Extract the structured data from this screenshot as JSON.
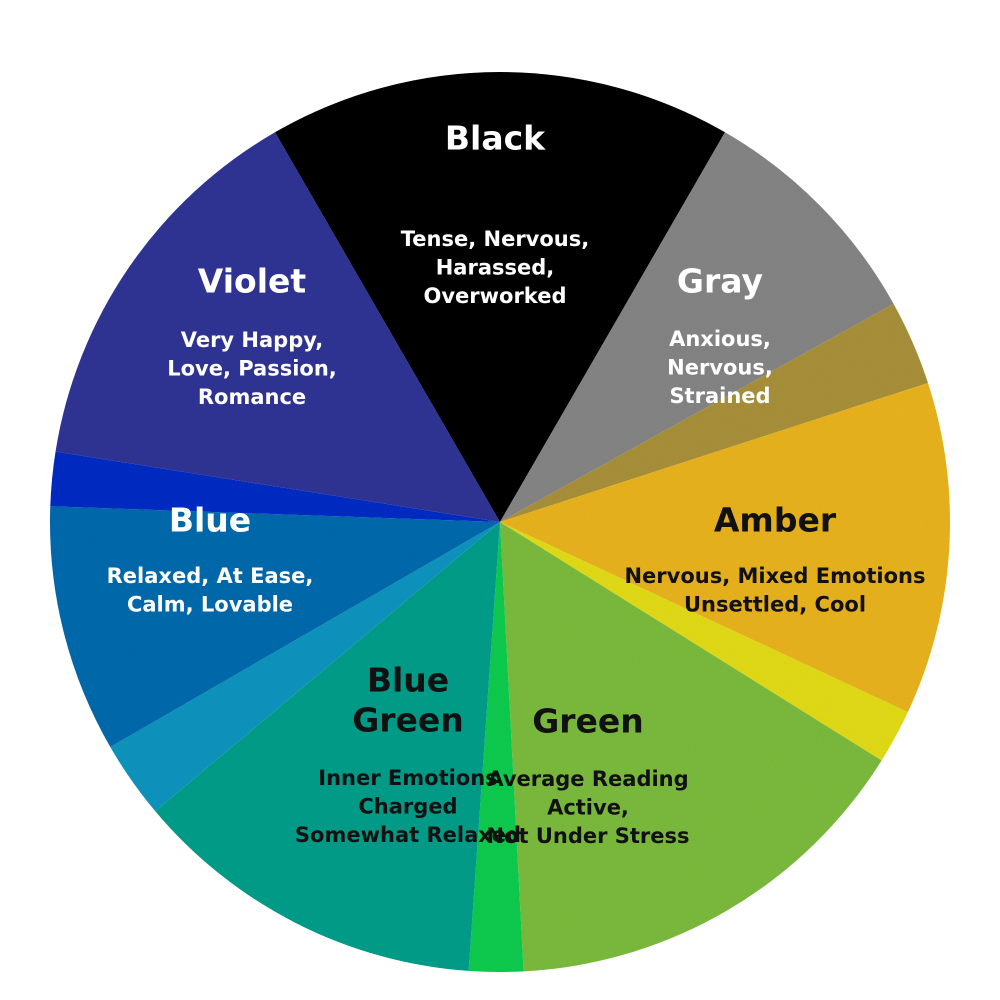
{
  "wedges": [
    {
      "id": "black",
      "title": [
        "Black"
      ],
      "desc": [
        "Tense, Nervous,",
        "Harassed,",
        "Overworked"
      ],
      "color": "#000000",
      "text_color": "#ffffff"
    },
    {
      "id": "gray",
      "title": [
        "Gray"
      ],
      "desc": [
        "Anxious,",
        "Nervous,",
        "Strained"
      ],
      "color": "#858585",
      "text_color": "#ffffff"
    },
    {
      "id": "olive-band",
      "title": [],
      "desc": [],
      "color": "#a9913a",
      "text_color": "#ffffff"
    },
    {
      "id": "amber",
      "title": [
        "Amber"
      ],
      "desc": [
        "Nervous, Mixed Emotions",
        "Unsettled, Cool"
      ],
      "color": "#e9b324",
      "text_color": "#111111"
    },
    {
      "id": "yellow-band",
      "title": [],
      "desc": [],
      "color": "#e2dc1c",
      "text_color": "#111111"
    },
    {
      "id": "green",
      "title": [
        "Green"
      ],
      "desc": [
        "Average Reading",
        "Active,",
        "Not Under Stress"
      ],
      "color": "#7cbb3d",
      "text_color": "#111111"
    },
    {
      "id": "bright-green-band",
      "title": [],
      "desc": [],
      "color": "#12cc50",
      "text_color": "#111111"
    },
    {
      "id": "blue-green",
      "title": [
        "Blue",
        "Green"
      ],
      "desc": [
        "Inner Emotions",
        "Charged",
        "Somewhat Relaxed"
      ],
      "color": "#109e8a",
      "text_color": "#111111"
    },
    {
      "id": "cyan-band",
      "title": [],
      "desc": [],
      "color": "#1694bf",
      "text_color": "#ffffff"
    },
    {
      "id": "blue",
      "title": [
        "Blue"
      ],
      "desc": [
        "Relaxed, At Ease,",
        "Calm, Lovable"
      ],
      "color": "#0c6aad",
      "text_color": "#ffffff"
    },
    {
      "id": "deep-blue-band",
      "title": [],
      "desc": [],
      "color": "#0a2fc4",
      "text_color": "#ffffff"
    },
    {
      "id": "violet",
      "title": [
        "Violet"
      ],
      "desc": [
        "Very Happy,",
        "Love, Passion,",
        "Romance"
      ],
      "color": "#303594",
      "text_color": "#ffffff"
    }
  ]
}
